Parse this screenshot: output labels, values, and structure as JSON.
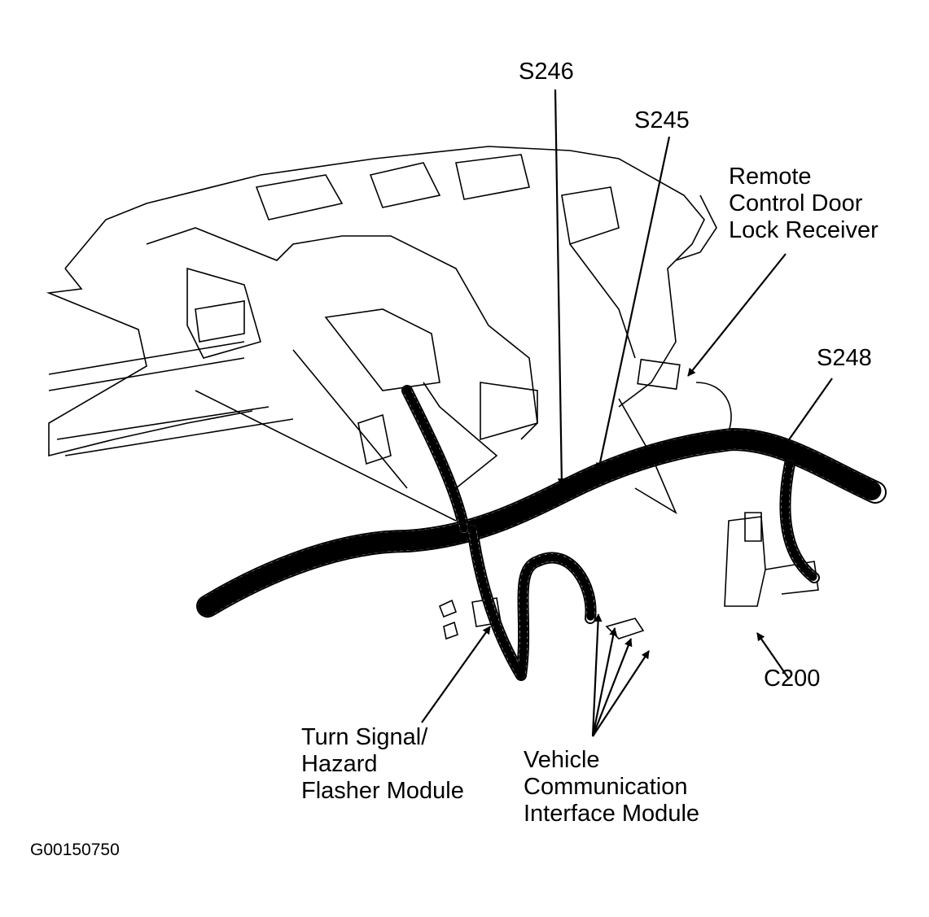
{
  "labels": {
    "s246": "S246",
    "s245": "S245",
    "remote_receiver": [
      "Remote",
      "Control Door",
      "Lock Receiver"
    ],
    "s248": "S248",
    "c200": "C200",
    "turn_signal": [
      "Turn Signal/",
      "Hazard",
      "Flasher Module"
    ],
    "vcim": [
      "Vehicle",
      "Communication",
      "Interface Module"
    ]
  },
  "figure_id": "G00150750",
  "colors": {
    "ink": "#000000",
    "background": "#ffffff"
  }
}
